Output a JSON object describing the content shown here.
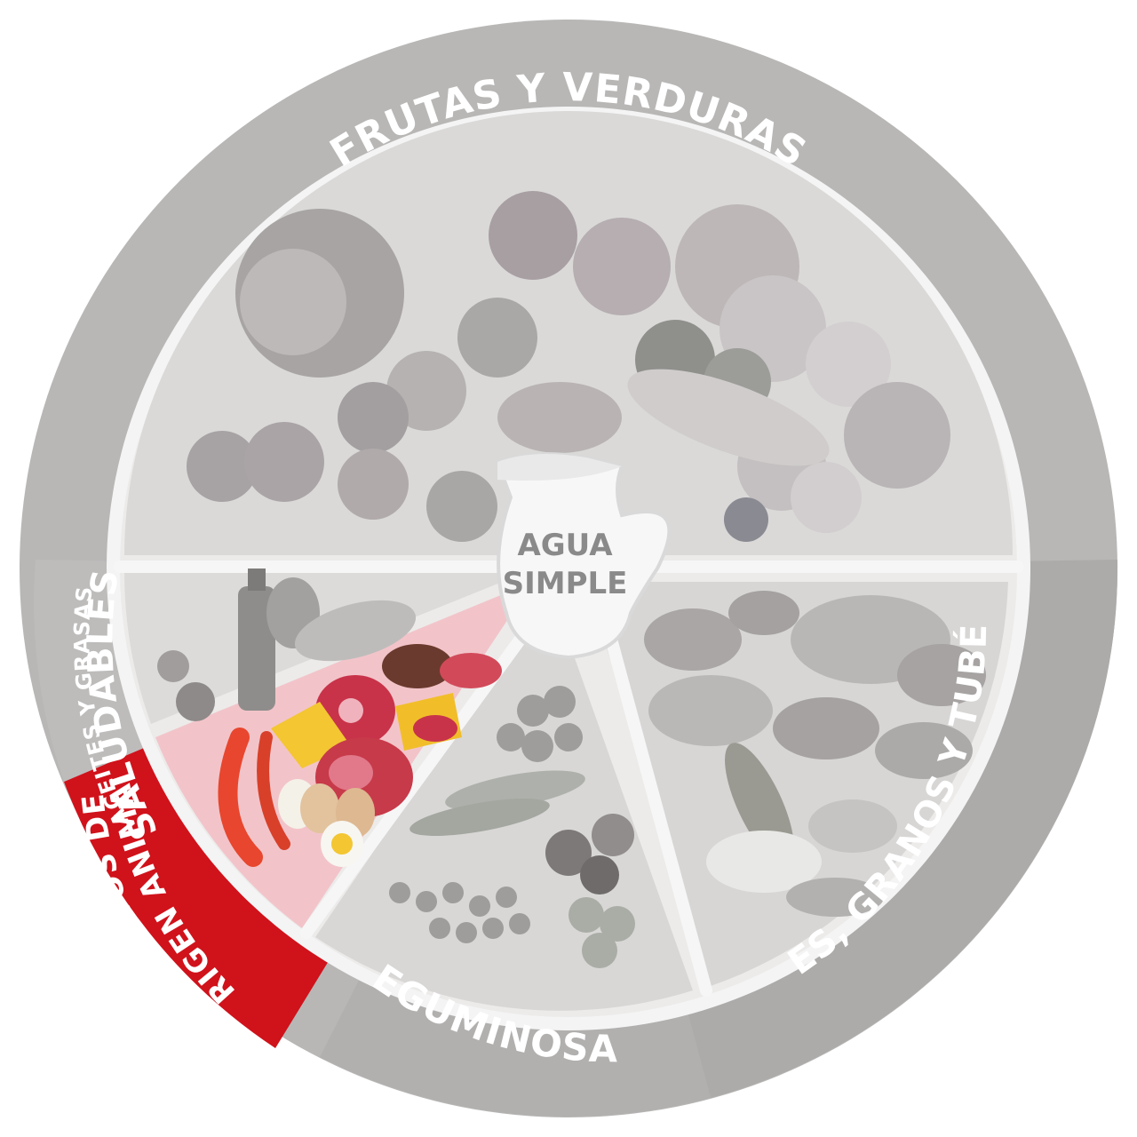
{
  "groups": {
    "frutas": {
      "label": "FRUTAS Y VERDURAS"
    },
    "cereales": {
      "label": "CEREALES, GRANOS Y TUBÉRCULOS"
    },
    "leguminosas": {
      "label": "LEGUMINOSAS"
    },
    "animal": {
      "label_line1": "ALIMENTOS DE",
      "label_line2": "ORIGEN ANIMAL",
      "highlighted": true
    },
    "aceites": {
      "label_line1": "ACEITES Y GRASAS",
      "label_line2": "SALUDABLES"
    }
  },
  "water": {
    "line1": "AGUA",
    "line2": "SIMPLE"
  },
  "colors": {
    "ring": "#b8b7b6",
    "ring_dark": "#a9a8a7",
    "plate": "#e3e2e1",
    "sector": "#d6d5d4",
    "food": "#9e9b9a",
    "highlight": "#d0121b",
    "highlight_sector": "#f2c4c9",
    "meat": "#c8334a",
    "cheese": "#f3c632",
    "text_white": "#ffffff"
  },
  "icons": {
    "jug": "water-jug-icon",
    "fruits": "fruit-vegetable-pile-icon",
    "oils": "oil-bottle-olive-icon",
    "animal": "meat-cheese-egg-shrimp-icon",
    "legumes": "beans-lentils-icon",
    "cereals": "bread-corn-rice-icon"
  }
}
